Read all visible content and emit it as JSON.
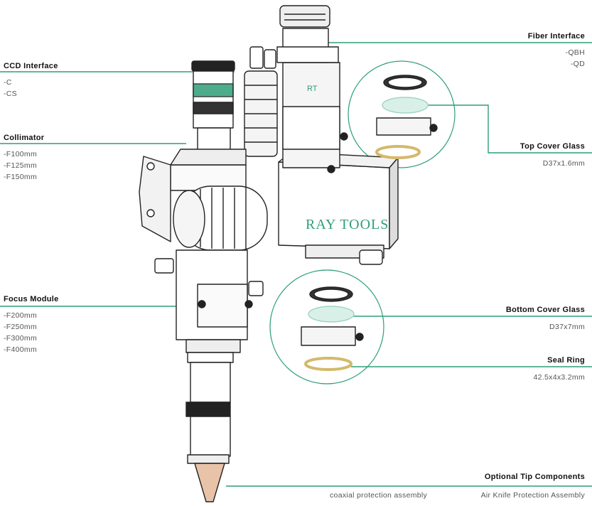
{
  "brand": "RAY TOOLS",
  "accent_color": "#2e9e78",
  "labels": {
    "ccd": {
      "title": "CCD Interface",
      "options": [
        "-C",
        "-CS"
      ]
    },
    "collimator": {
      "title": "Collimator",
      "options": [
        "-F100mm",
        "-F125mm",
        "-F150mm"
      ]
    },
    "focus": {
      "title": "Focus Module",
      "options": [
        "-F200mm",
        "-F250mm",
        "-F300mm",
        "-F400mm"
      ]
    },
    "fiber": {
      "title": "Fiber Interface",
      "options": [
        "-QBH",
        "-QD"
      ]
    },
    "top_cover": {
      "title": "Top Cover Glass",
      "spec": "D37x1.6mm"
    },
    "bottom_cover": {
      "title": "Bottom Cover Glass",
      "spec": "D37x7mm"
    },
    "seal_ring": {
      "title": "Seal Ring",
      "spec": "42.5x4x3.2mm"
    },
    "tip": {
      "title": "Optional Tip Components",
      "items": [
        "coaxial protection assembly",
        "Air Knife Protection Assembly"
      ]
    }
  }
}
